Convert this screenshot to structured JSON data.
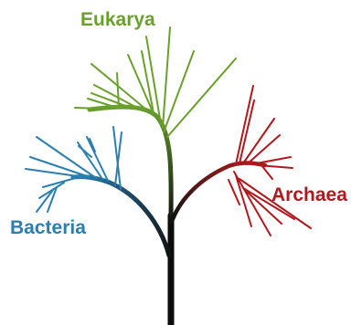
{
  "labels": {
    "eukarya": "Eukarya",
    "bacteria": "Bacteria",
    "archaea": "Archaea"
  },
  "colors": {
    "eukarya": "#6aa02c",
    "bacteria": "#2a7fb0",
    "archaea": "#b0191e",
    "trunk": "#0c0c0c"
  }
}
